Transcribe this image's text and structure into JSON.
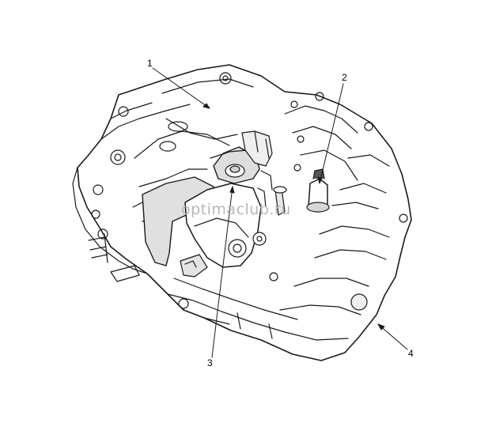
{
  "callouts": {
    "label_1": "1",
    "label_2": "2",
    "label_3": "3",
    "label_4": "4"
  },
  "watermark": "optimaclub.ru",
  "colors": {
    "line": "#1a1a1a",
    "shade": "#d9d9d9",
    "dark": "#555555",
    "watermark": "#b9b9b9"
  }
}
